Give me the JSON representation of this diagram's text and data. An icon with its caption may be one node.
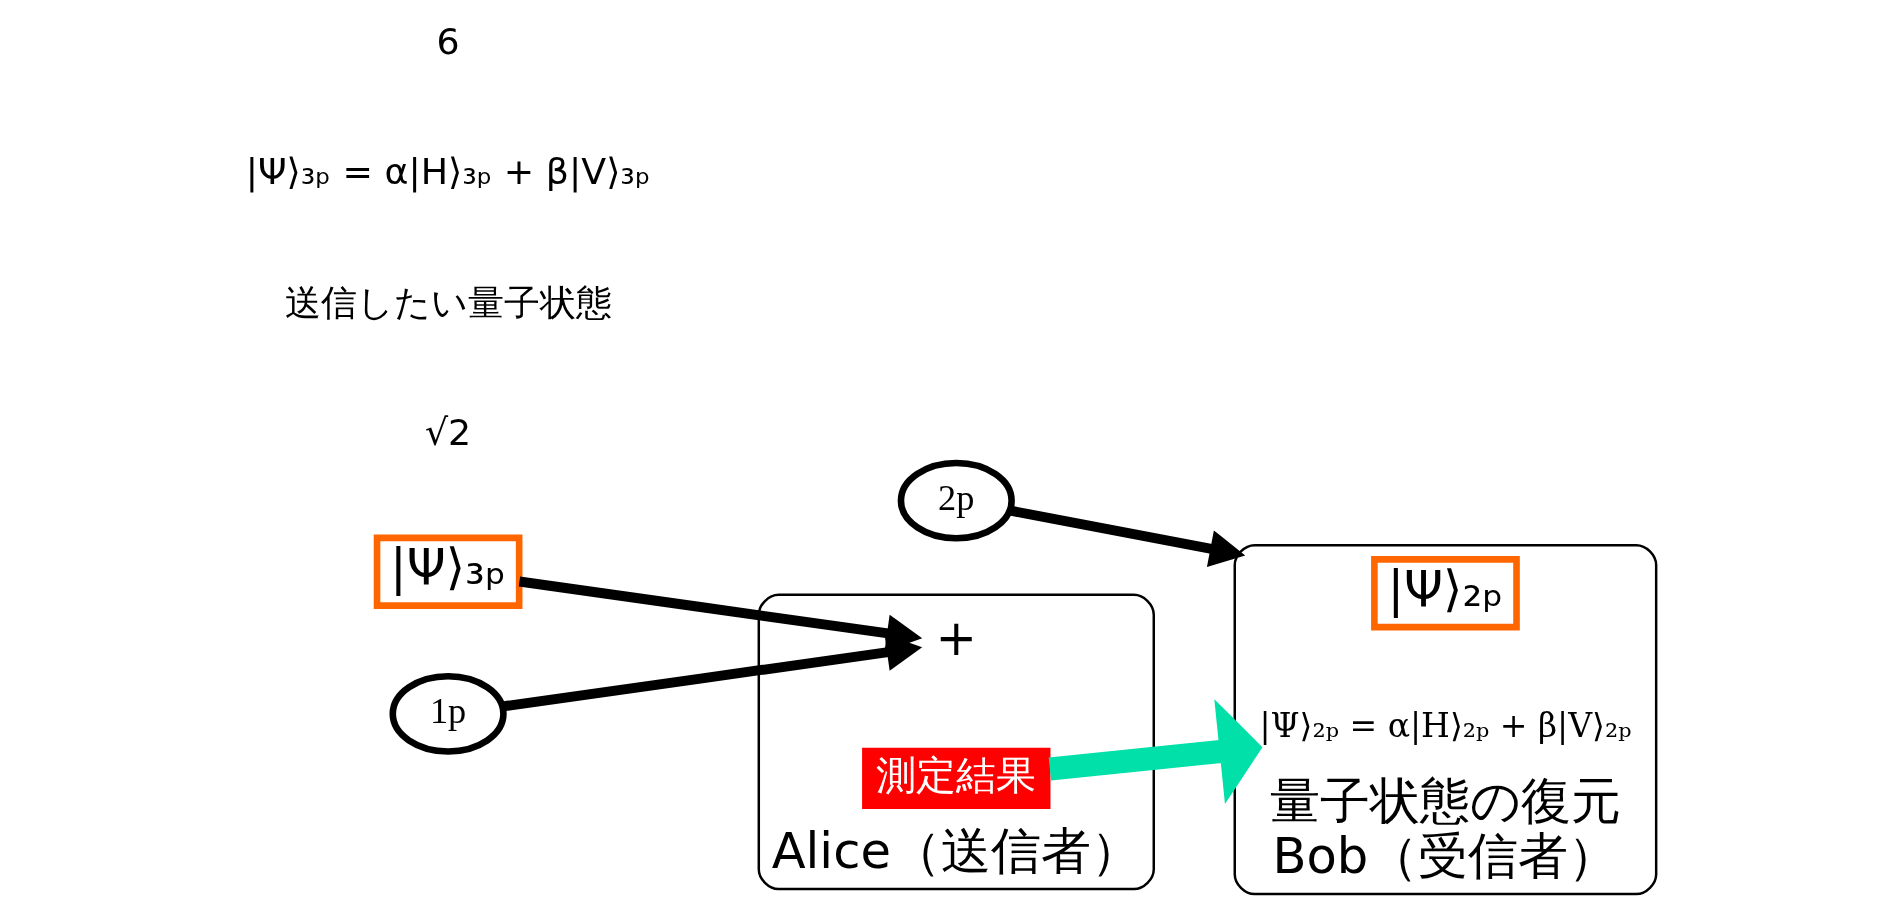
{
  "diagram": {
    "nodes": [
      {
        "text": [
          "Alice（送信者）"
        ]
      },
      {
        "text": [
          "量子状態の復元",
          "Bob（受信者）"
        ]
      },
      {
        "text": [
          "|Ψ⟩₃ₚ"
        ]
      },
      {
        "text": [
          "+"
        ],
        "in": 0
      },
      {
        "text": [
          "測定結果"
        ],
        "in": 0
      },
      {
        "text": [
          "1p"
        ]
      },
      {
        "text": [
          "2p"
        ]
      },
      {
        "text": [
          "|Ψ⟩₂ₚ"
        ],
        "in": 1
      },
      {
        "text": [
          "|Ψ⟩₂ₚ = α|H⟩₂ₚ + β|V⟩₂ₚ"
        ],
        "in": 1
      }
    ],
    "edges": [
      {
        "from": 5,
        "to": 3,
        "arrow": "to"
      },
      {
        "from": 6,
        "to": 1,
        "arrow": "to"
      },
      {
        "from": 2,
        "to": 3,
        "arrow": "to"
      },
      {
        "from": 4,
        "to": 8,
        "arrow": "to",
        "style": "thick",
        "color": "#00e0a8"
      }
    ],
    "labels": [
      "√2",
      "送信したい量子状態",
      "|Ψ⟩₃ₚ = α|H⟩₃ₚ + β|V⟩₃ₚ",
      "6"
    ]
  }
}
